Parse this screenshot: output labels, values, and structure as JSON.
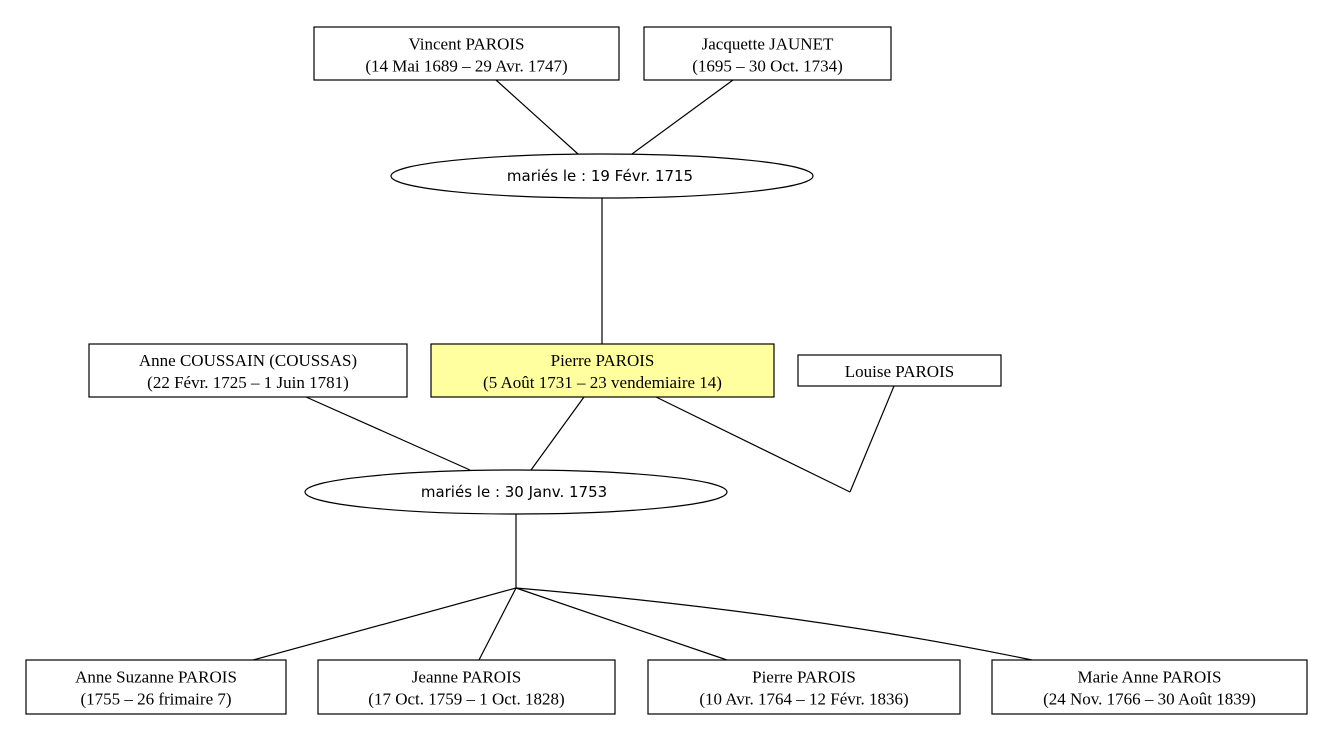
{
  "colors": {
    "focus_fill": "#ffff9f",
    "box_fill": "#ffffff",
    "line": "#000000"
  },
  "persons": {
    "vincent": {
      "name": "Vincent PAROIS",
      "dates": "(14 Mai 1689 – 29 Avr. 1747)"
    },
    "jacquette": {
      "name": "Jacquette JAUNET",
      "dates": "(1695 – 30 Oct. 1734)"
    },
    "anne_coussain": {
      "name": "Anne COUSSAIN (COUSSAS)",
      "dates": "(22 Févr. 1725 – 1 Juin 1781)"
    },
    "pierre": {
      "name": "Pierre PAROIS",
      "dates": "(5 Août 1731 – 23 vendemiaire 14)"
    },
    "louise": {
      "name": "Louise PAROIS"
    },
    "anne_suzanne": {
      "name": "Anne Suzanne PAROIS",
      "dates": "(1755 – 26 frimaire 7)"
    },
    "jeanne": {
      "name": "Jeanne PAROIS",
      "dates": "(17 Oct. 1759 – 1 Oct. 1828)"
    },
    "pierre_jr": {
      "name": "Pierre PAROIS",
      "dates": "(10 Avr. 1764 – 12 Févr. 1836)"
    },
    "marie_anne": {
      "name": "Marie Anne PAROIS",
      "dates": "(24 Nov. 1766 – 30 Août 1839)"
    }
  },
  "marriages": {
    "m1715": {
      "label": "mariés le : 19 Févr. 1715"
    },
    "m1753": {
      "label": "mariés le : 30 Janv. 1753"
    }
  }
}
